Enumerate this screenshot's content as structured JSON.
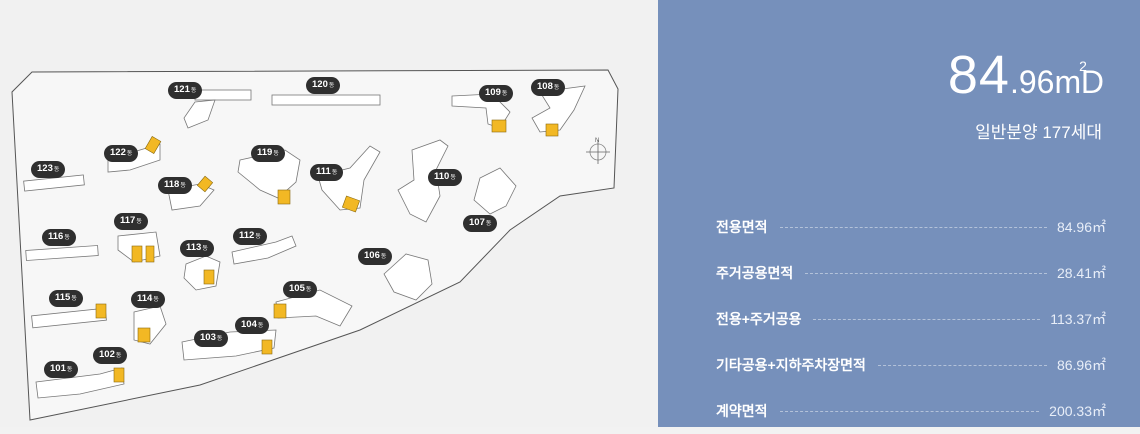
{
  "type_area": {
    "main": "84",
    "decimal": ".96",
    "unit": "m",
    "unit_sup": "2",
    "suffix": "D"
  },
  "units_text": "일반분양 177세대",
  "compass_label": "N",
  "areas": [
    {
      "label": "전용면적",
      "value": "84.96㎡"
    },
    {
      "label": "주거공용면적",
      "value": "28.41㎡"
    },
    {
      "label": "전용+주거공용",
      "value": "113.37㎡"
    },
    {
      "label": "기타공용+지하주차장면적",
      "value": "86.96㎡"
    },
    {
      "label": "계약면적",
      "value": "200.33㎡"
    }
  ],
  "building_unit": "동",
  "buildings": [
    "101",
    "102",
    "103",
    "104",
    "105",
    "106",
    "107",
    "108",
    "109",
    "110",
    "111",
    "112",
    "113",
    "114",
    "115",
    "116",
    "117",
    "118",
    "119",
    "120",
    "121",
    "122",
    "123"
  ],
  "highlight_color": "#f2b824"
}
